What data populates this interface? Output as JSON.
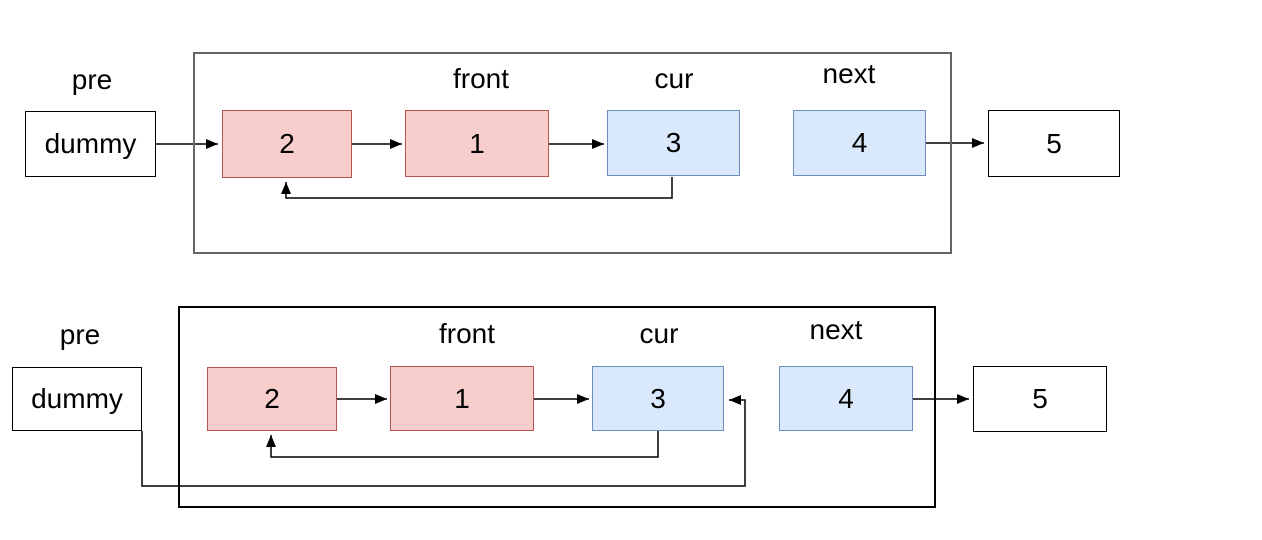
{
  "colors": {
    "node_red_fill": "#f8cecc",
    "node_red_stroke": "#b85450",
    "node_blue_fill": "#dae8fc",
    "node_blue_stroke": "#6c8ebf",
    "node_plain_stroke": "#000000",
    "container_top_stroke": "#666666",
    "container_bottom_stroke": "#000000",
    "connector": "#000000",
    "text": "#000000"
  },
  "diagram_top": {
    "labels": {
      "pre": "pre",
      "front": "front",
      "cur": "cur",
      "next": "next"
    },
    "nodes": {
      "dummy": "dummy",
      "node2": "2",
      "node1": "1",
      "node3": "3",
      "node4": "4",
      "node5": "5"
    },
    "edges": [
      {
        "from": "dummy",
        "to": "node2",
        "route": "straight"
      },
      {
        "from": "node2",
        "to": "node1",
        "route": "straight"
      },
      {
        "from": "node1",
        "to": "node3",
        "route": "straight"
      },
      {
        "from": "node3",
        "to": "node2",
        "route": "loop-below"
      },
      {
        "from": "node4",
        "to": "node5",
        "route": "straight"
      }
    ]
  },
  "diagram_bottom": {
    "labels": {
      "pre": "pre",
      "front": "front",
      "cur": "cur",
      "next": "next"
    },
    "nodes": {
      "dummy": "dummy",
      "node2": "2",
      "node1": "1",
      "node3": "3",
      "node4": "4",
      "node5": "5"
    },
    "edges": [
      {
        "from": "node2",
        "to": "node1",
        "route": "straight"
      },
      {
        "from": "node1",
        "to": "node3",
        "route": "straight"
      },
      {
        "from": "node3",
        "to": "node2",
        "route": "loop-below"
      },
      {
        "from": "dummy",
        "to": "node3",
        "route": "around-below-right"
      },
      {
        "from": "node4",
        "to": "node5",
        "route": "straight"
      }
    ]
  }
}
